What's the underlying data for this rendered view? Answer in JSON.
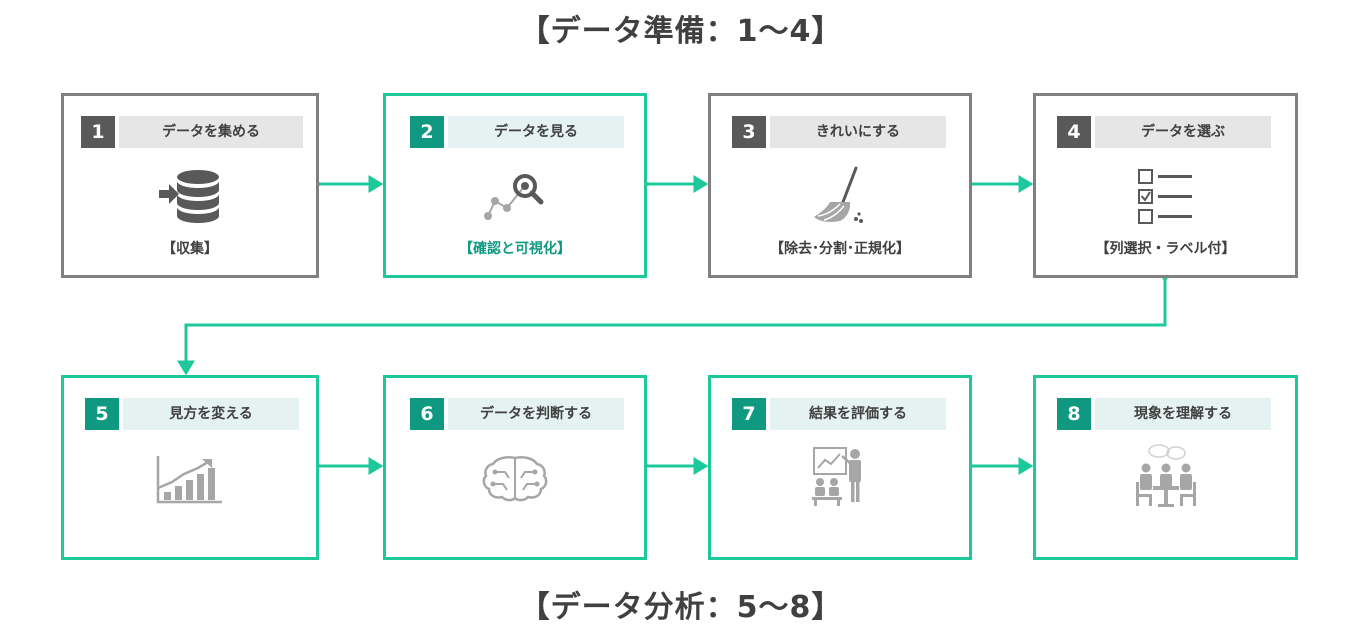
{
  "titles": {
    "top": "【データ準備：1〜4】",
    "bottom": "【データ分析：5〜8】"
  },
  "steps": [
    {
      "number": "1",
      "title": "データを集める",
      "caption": "【収集】",
      "icon": "database-import-icon",
      "style": "gray"
    },
    {
      "number": "2",
      "title": "データを見る",
      "caption": "【確認と可視化】",
      "icon": "data-exploration-icon",
      "style": "green"
    },
    {
      "number": "3",
      "title": "きれいにする",
      "caption": "【除去･分割･正規化】",
      "icon": "broom-icon",
      "style": "gray"
    },
    {
      "number": "4",
      "title": "データを選ぶ",
      "caption": "【列選択・ラベル付】",
      "icon": "checklist-icon",
      "style": "gray"
    },
    {
      "number": "5",
      "title": "見方を変える",
      "caption": "",
      "icon": "growth-chart-icon",
      "style": "green"
    },
    {
      "number": "6",
      "title": "データを判断する",
      "caption": "",
      "icon": "brain-icon",
      "style": "green"
    },
    {
      "number": "7",
      "title": "結果を評価する",
      "caption": "",
      "icon": "presentation-icon",
      "style": "green"
    },
    {
      "number": "8",
      "title": "現象を理解する",
      "caption": "",
      "icon": "meeting-icon",
      "style": "green"
    }
  ],
  "colors": {
    "accent": "#1dc99a",
    "accent_dark": "#0e9980",
    "gray_border": "#808080",
    "badge_gray": "#595959",
    "icon_gray": "#595959",
    "icon_light": "#a6a6a6"
  }
}
